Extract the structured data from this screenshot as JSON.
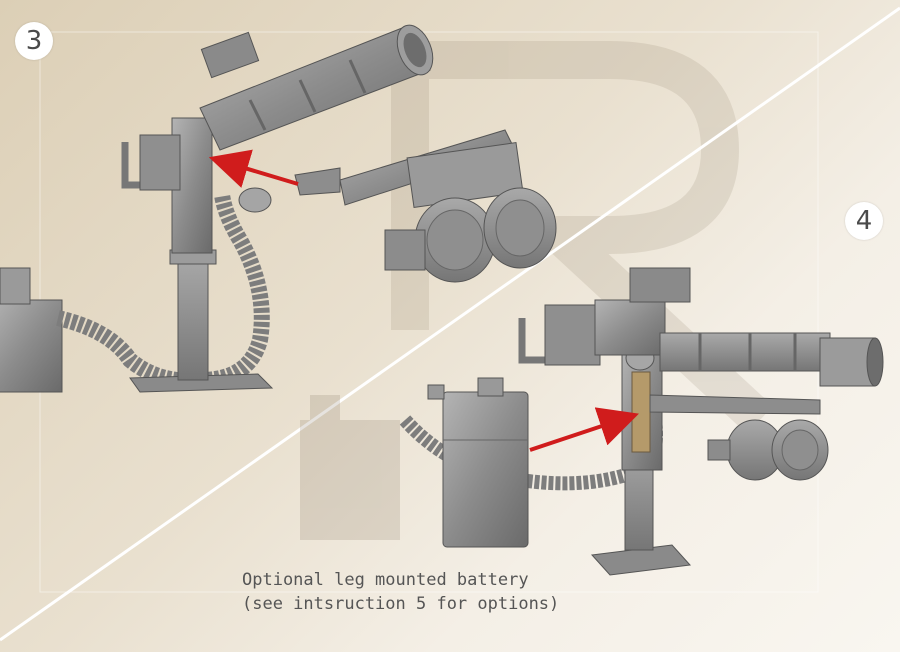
{
  "steps": {
    "step3_number": "3",
    "step4_number": "4"
  },
  "caption": {
    "line1": "Optional leg mounted battery",
    "line2": "(see intsruction 5 for options)"
  },
  "colors": {
    "arrow": "#d01c1c",
    "model_gray": "#8e8e8e",
    "background_top": "#dccfb6",
    "background_bottom": "#f9f6f0",
    "divider": "#ffffff"
  },
  "icons": {
    "watermark": "stylized-R-logo-watermark"
  }
}
